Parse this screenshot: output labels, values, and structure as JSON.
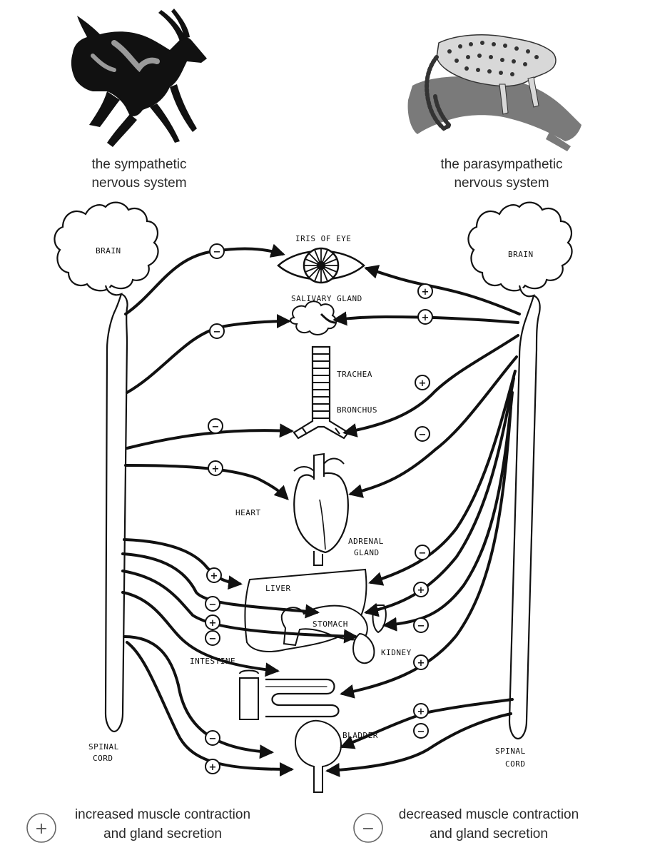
{
  "header": {
    "sympathetic": {
      "line1": "the sympathetic",
      "line2": "nervous system"
    },
    "parasympathetic": {
      "line1": "the parasympathetic",
      "line2": "nervous system"
    }
  },
  "labels": {
    "brain_left": "BRAIN",
    "brain_right": "BRAIN",
    "iris": "IRIS OF EYE",
    "salivary": "SALIVARY GLAND",
    "trachea": "TRACHEA",
    "bronchus": "BRONCHUS",
    "heart": "HEART",
    "adrenal": "ADRENAL",
    "adrenal2": "GLAND",
    "liver": "LIVER",
    "stomach": "STOMACH",
    "kidney": "KIDNEY",
    "intestine": "INTESTINE",
    "bladder": "BLADDER",
    "spinal_left_1": "SPINAL",
    "spinal_left_2": "CORD",
    "spinal_right_1": "SPINAL",
    "spinal_right_2": "CORD"
  },
  "signs": {
    "plus": "+",
    "minus": "−"
  },
  "legend": {
    "plus_symbol": "+",
    "plus_line1": "increased muscle contraction",
    "plus_line2": "and gland secretion",
    "minus_symbol": "−",
    "minus_line1": "decreased muscle contraction",
    "minus_line2": "and gland secretion"
  }
}
